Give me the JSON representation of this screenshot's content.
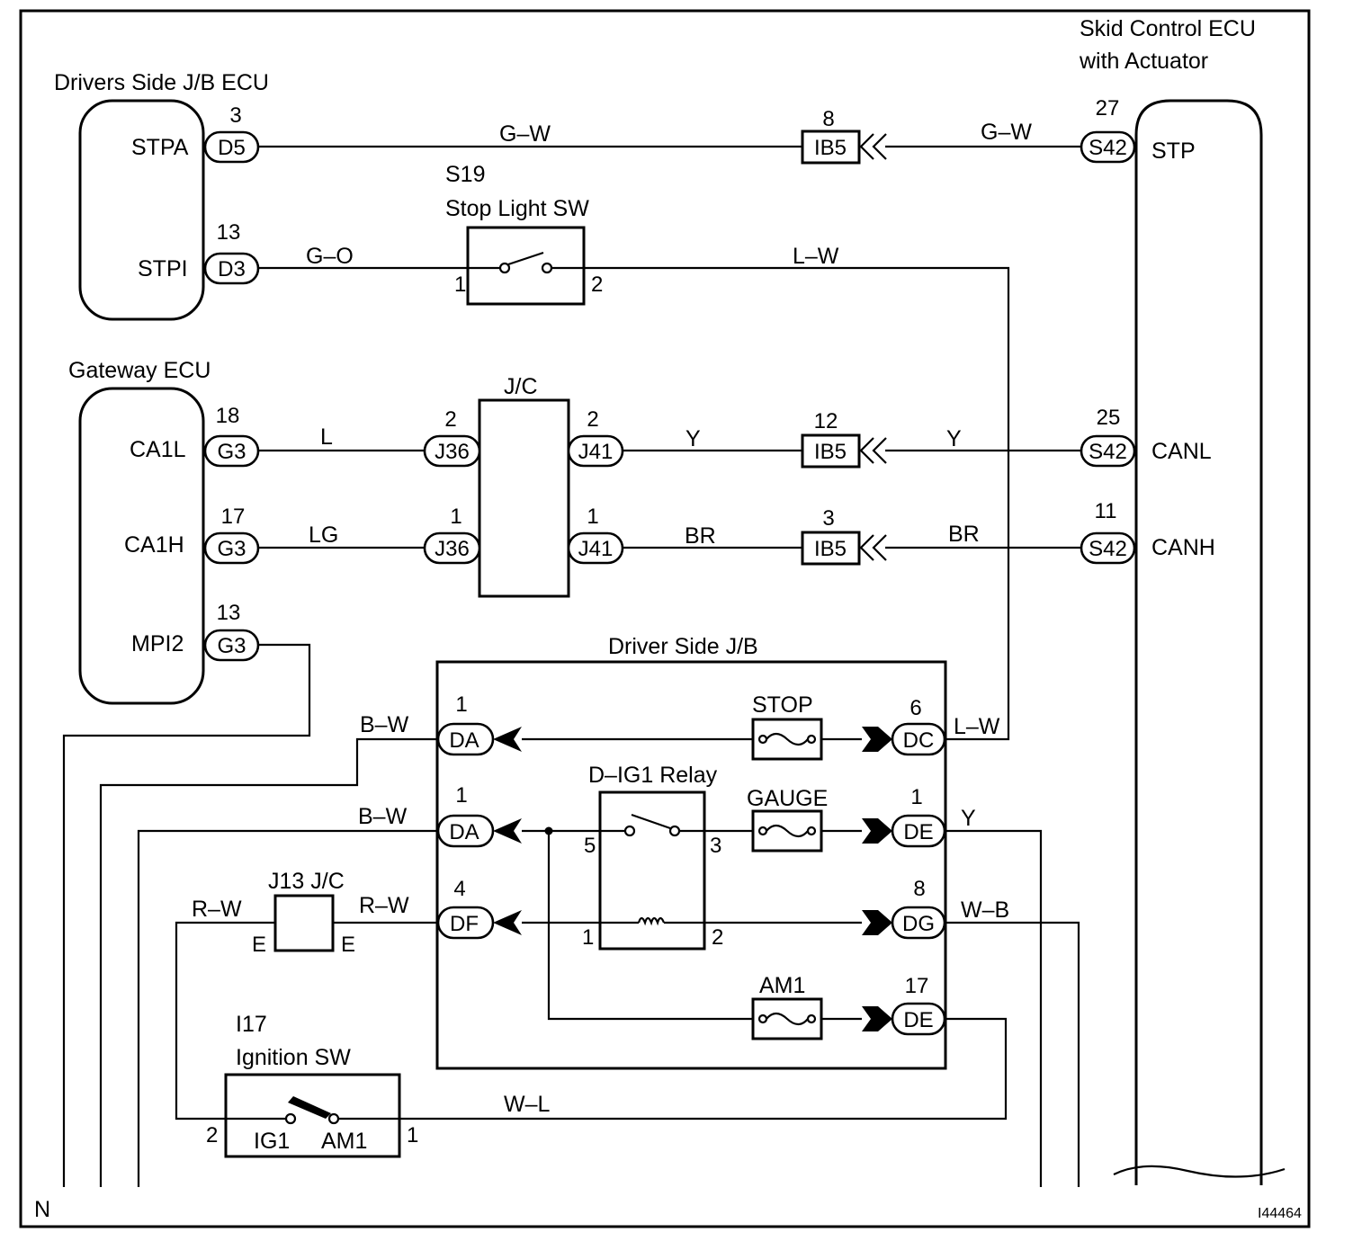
{
  "title": "",
  "figure_id": "I44464",
  "corner_letter": "N",
  "components": {
    "skid_ecu": {
      "line1": "Skid Control ECU",
      "line2": "with Actuator",
      "pins": {
        "stp": "STP",
        "canl": "CANL",
        "canh": "CANH"
      }
    },
    "drivers_jb_ecu": {
      "label": "Drivers Side J/B ECU",
      "pins": {
        "stpa": "STPA",
        "stpi": "STPI"
      }
    },
    "gateway_ecu": {
      "label": "Gateway ECU",
      "pins": {
        "ca1l": "CA1L",
        "ca1h": "CA1H",
        "mpi2": "MPI2"
      }
    },
    "stop_light_sw": {
      "id": "S19",
      "label": "Stop Light SW",
      "pin1": "1",
      "pin2": "2"
    },
    "jc": {
      "label": "J/C"
    },
    "driver_side_jb": {
      "label": "Driver Side J/B"
    },
    "relay": {
      "label": "D–IG1 Relay",
      "pin5": "5",
      "pin3": "3",
      "pin1": "1",
      "pin2": "2"
    },
    "fuses": {
      "stop": "STOP",
      "gauge": "GAUGE",
      "am1": "AM1"
    },
    "j13": {
      "label": "J13 J/C",
      "left": "E",
      "right": "E"
    },
    "ignition_sw": {
      "id": "I17",
      "label": "Ignition SW",
      "ig1": "IG1",
      "am1": "AM1",
      "pin2": "2",
      "pin1": "1"
    }
  },
  "connectors": {
    "d5": {
      "code": "D5",
      "pin": "3"
    },
    "d3": {
      "code": "D3",
      "pin": "13"
    },
    "ib5_top": {
      "code": "IB5",
      "pin": "8"
    },
    "s42_stp": {
      "code": "S42",
      "pin": "27"
    },
    "g3_ca1l": {
      "code": "G3",
      "pin": "18"
    },
    "g3_ca1h": {
      "code": "G3",
      "pin": "17"
    },
    "g3_mpi2": {
      "code": "G3",
      "pin": "13"
    },
    "j36_a": {
      "code": "J36",
      "pin": "2"
    },
    "j36_b": {
      "code": "J36",
      "pin": "1"
    },
    "j41_a": {
      "code": "J41",
      "pin": "2"
    },
    "j41_b": {
      "code": "J41",
      "pin": "1"
    },
    "ib5_canl": {
      "code": "IB5",
      "pin": "12"
    },
    "ib5_canh": {
      "code": "IB5",
      "pin": "3"
    },
    "s42_canl": {
      "code": "S42",
      "pin": "25"
    },
    "s42_canh": {
      "code": "S42",
      "pin": "11"
    },
    "da_1": {
      "code": "DA",
      "pin": "1"
    },
    "da_2": {
      "code": "DA",
      "pin": "1"
    },
    "df": {
      "code": "DF",
      "pin": "4"
    },
    "dc": {
      "code": "DC",
      "pin": "6"
    },
    "de_1": {
      "code": "DE",
      "pin": "1"
    },
    "dg": {
      "code": "DG",
      "pin": "8"
    },
    "de_2": {
      "code": "DE",
      "pin": "17"
    }
  },
  "wires": {
    "gw_left": "G–W",
    "gw_right": "G–W",
    "go": "G–O",
    "lw_top": "L–W",
    "l": "L",
    "y_mid": "Y",
    "y_right": "Y",
    "lg": "LG",
    "br_mid": "BR",
    "br_right": "BR",
    "bw_1": "B–W",
    "bw_2": "B–W",
    "rw_left": "R–W",
    "rw_right": "R–W",
    "lw_dc": "L–W",
    "y_de": "Y",
    "wb": "W–B",
    "wl": "W–L"
  }
}
